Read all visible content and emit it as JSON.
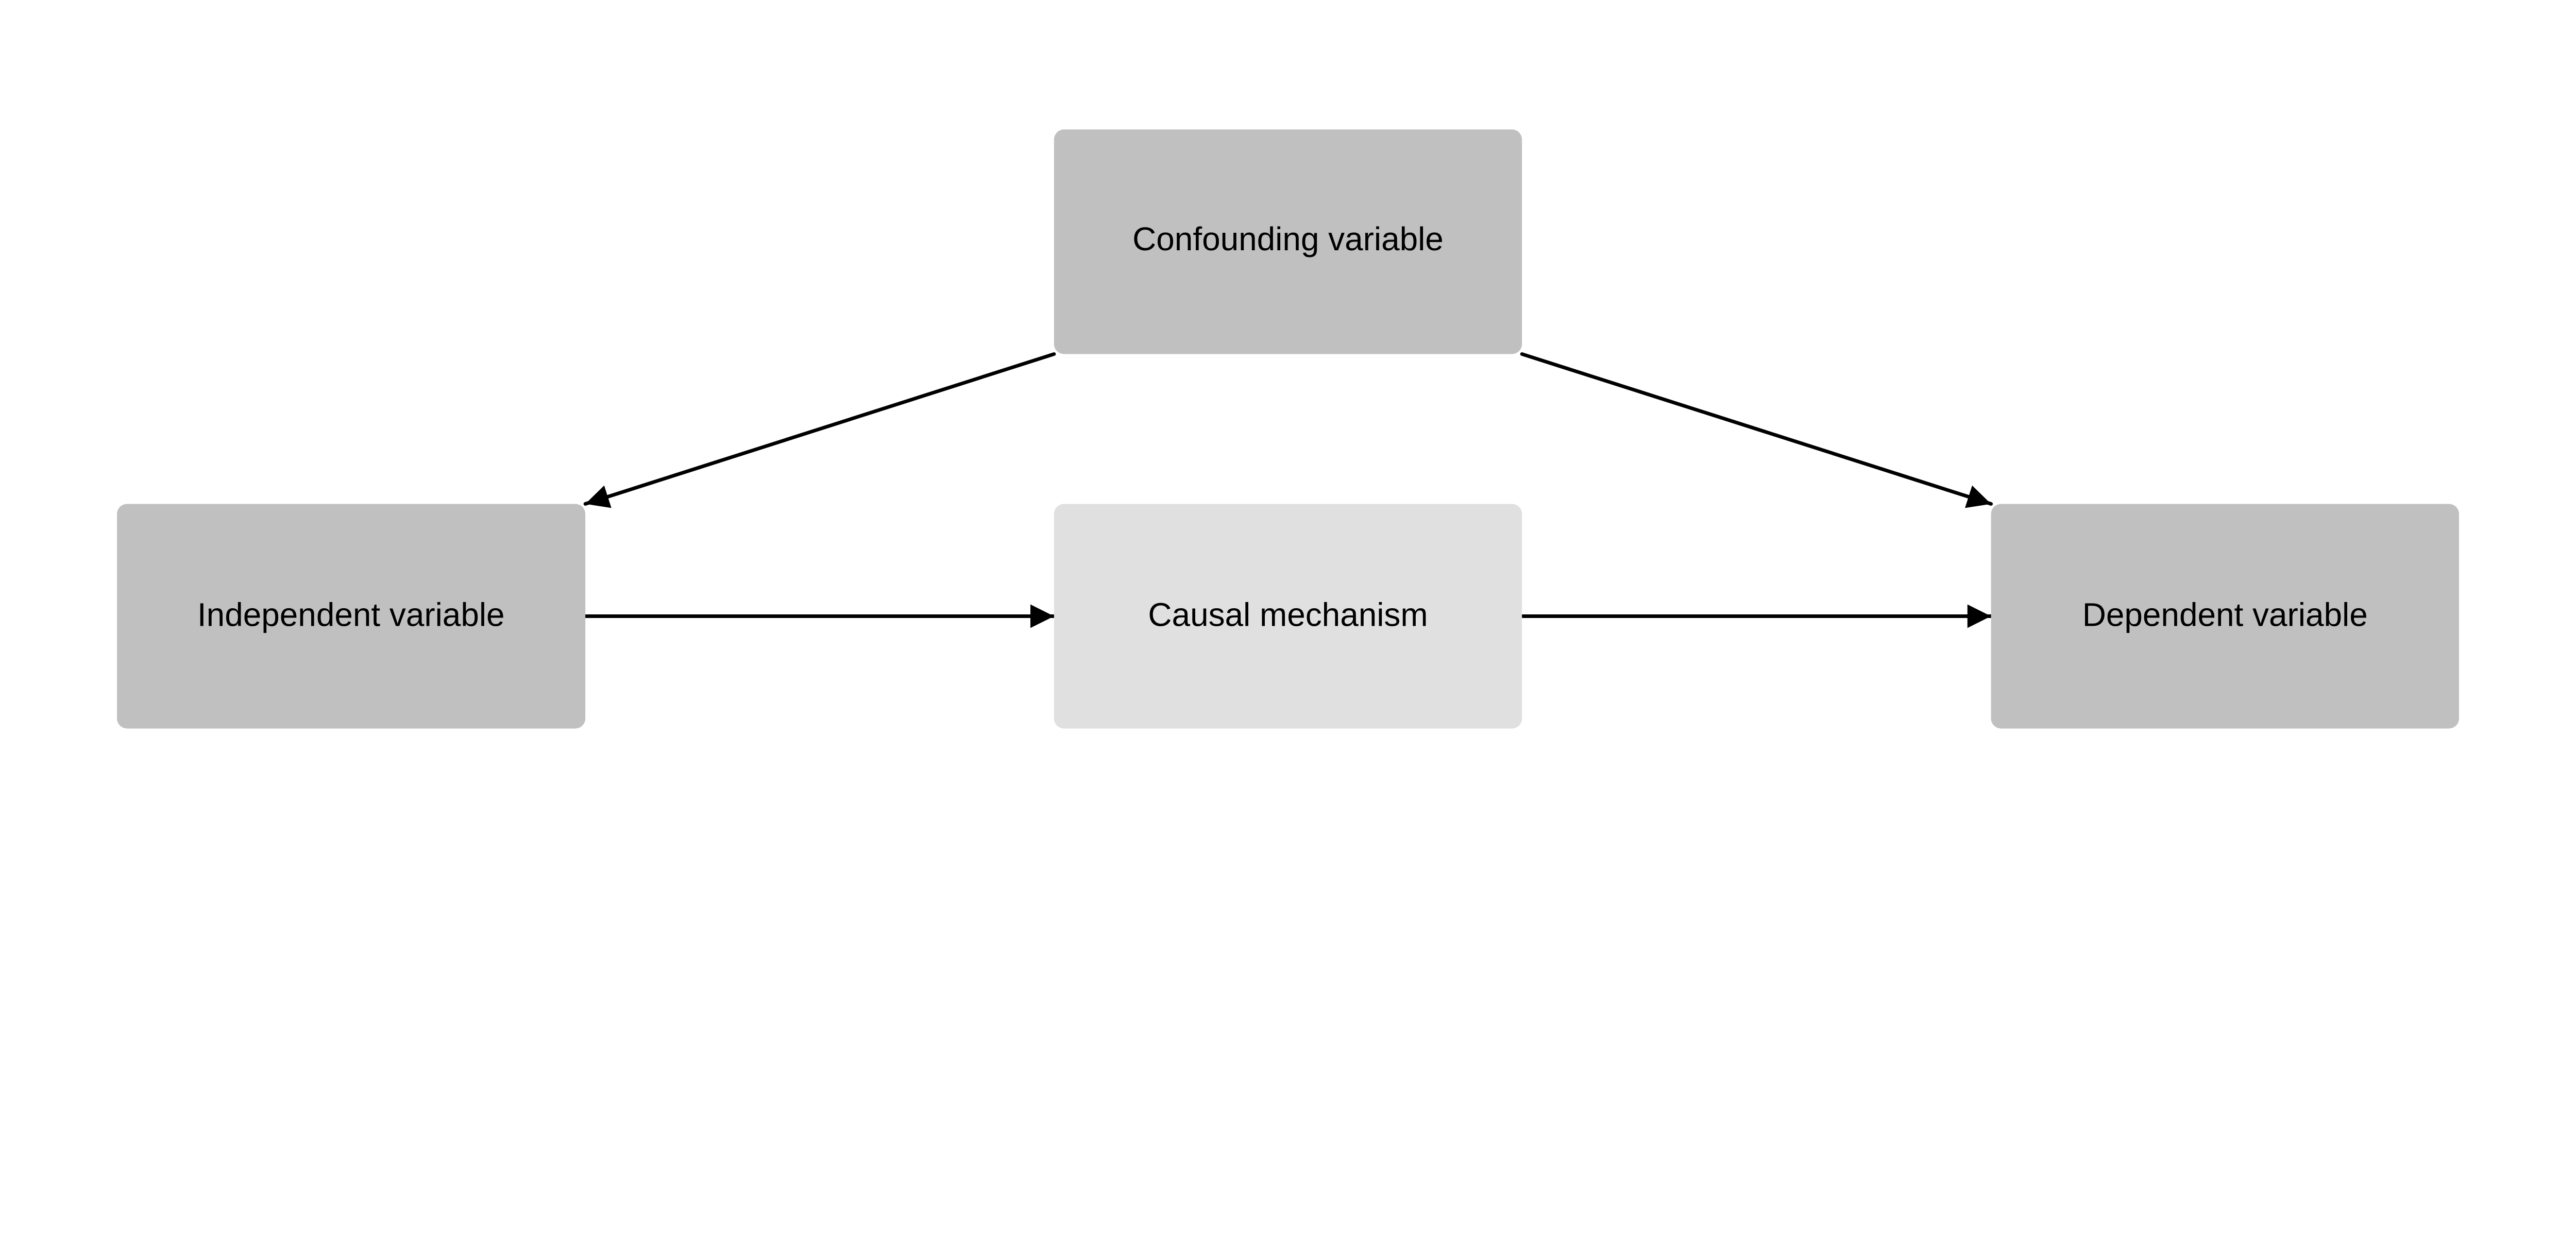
{
  "diagram": {
    "nodes": [
      {
        "id": "confounder",
        "label": "Confounding variable",
        "fill": "#c0c0c0"
      },
      {
        "id": "independent",
        "label": "Independent variable",
        "fill": "#c0c0c0"
      },
      {
        "id": "mechanism",
        "label": "Causal mechanism",
        "fill": "#e0e0e0"
      },
      {
        "id": "dependent",
        "label": "Dependent variable",
        "fill": "#c0c0c0"
      }
    ],
    "edges": [
      {
        "from": "confounder",
        "to": "independent"
      },
      {
        "from": "confounder",
        "to": "dependent"
      },
      {
        "from": "independent",
        "to": "mechanism"
      },
      {
        "from": "mechanism",
        "to": "dependent"
      }
    ],
    "edge_color": "#000000"
  }
}
